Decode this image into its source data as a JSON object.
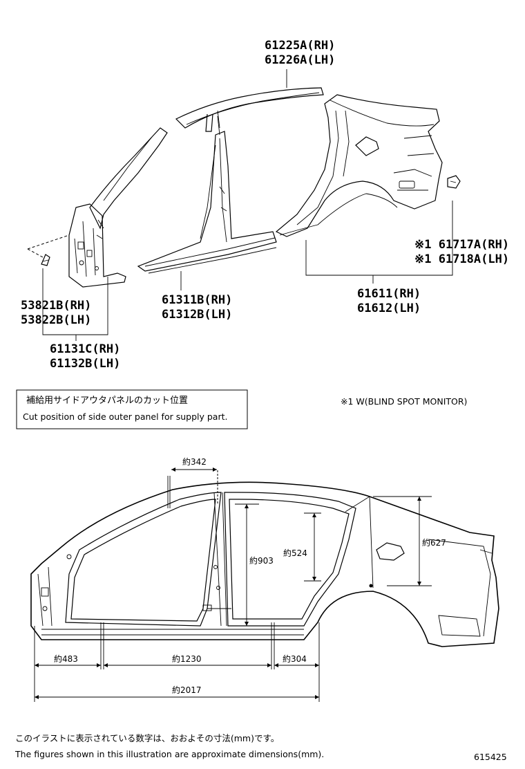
{
  "parts": {
    "roof_side_rh": "61225A(RH)",
    "roof_side_lh": "61226A(LH)",
    "upper_ext_rh": "53821B(RH)",
    "upper_ext_lh": "53822B(LH)",
    "front_pillar_rh": "61131C(RH)",
    "front_pillar_lh": "61132B(LH)",
    "rocker_rh": "61311B(RH)",
    "rocker_lh": "61312B(LH)",
    "quarter_rh": "61611(RH)",
    "quarter_lh": "61612(LH)",
    "bracket_rh": "※1 61717A(RH)",
    "bracket_lh": "※1 61718A(LH)"
  },
  "legend_box": {
    "title_jp": "補給用サイドアウタパネルのカット位置",
    "title_en": "Cut position of side outer panel for supply part."
  },
  "footnote_option": "※1 W(BLIND SPOT MONITOR)",
  "dimensions": {
    "d342": "約342",
    "d903": "約903",
    "d524": "約524",
    "d627": "約627",
    "d483": "約483",
    "d1230": "約1230",
    "d304": "約304",
    "d2017": "約2017"
  },
  "footer": {
    "note_jp": "このイラストに表示されている数字は、おおよその寸法(mm)です。",
    "note_en": "The figures shown in this illustration are approximate dimensions(mm).",
    "illustration_id": "615425"
  }
}
